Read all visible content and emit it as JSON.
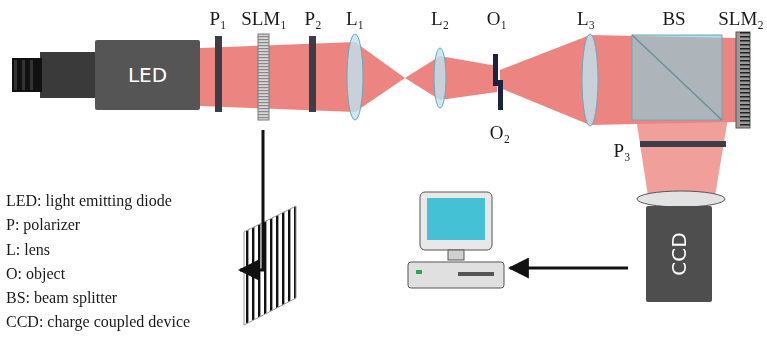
{
  "diagram": {
    "nodes": [
      {
        "text": [
          "LED"
        ]
      },
      {
        "text": [
          "CCD"
        ]
      }
    ],
    "labels": [
      "P₁",
      "SLM₁",
      "P₂",
      "L₁",
      "L₂",
      "O₁",
      "L₃",
      "BS",
      "SLM₂",
      "O₂",
      "P₃",
      "LED: light emitting diode",
      "P: polarizer",
      "L: lens",
      "O: object",
      "BS: beam splitter",
      "CCD: charge coupled device"
    ]
  }
}
